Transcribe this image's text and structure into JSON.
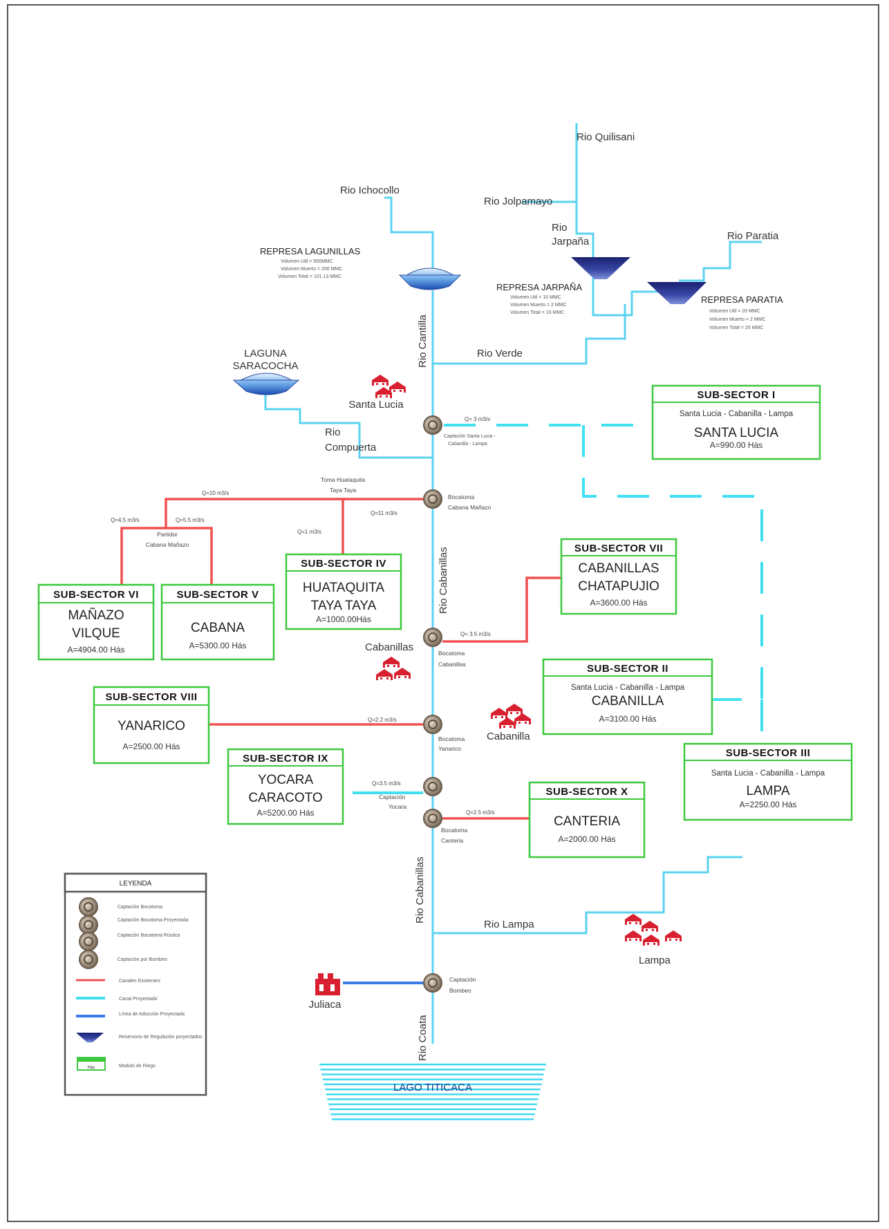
{
  "rivers": {
    "quilisani": "Rio Quilisani",
    "ichocollo": "Rio Ichocollo",
    "jolpamayo": "Rio Jolpamayo",
    "jarpana_1": "Rio",
    "jarpana_2": "Jarpaña",
    "paratia": "Rio Paratia",
    "cantilla": "Rio Cantilla",
    "verde": "Rio Verde",
    "compuerta_1": "Rio",
    "compuerta_2": "Compuerta",
    "cabanillas_1": "Rio Cabanillas",
    "cabanillas_2": "Rio Cabanillas",
    "lampa": "Rio Lampa",
    "coata": "Rio Coata"
  },
  "reservoirs": {
    "lagunillas": {
      "name": "REPRESA LAGUNILLAS",
      "lines": [
        "Volumen Util       = 500MMC",
        "Volumen Muerto  = 200 MMC",
        "Volumen Total    = 101.13 MMC"
      ]
    },
    "jarpana": {
      "name": "REPRESA JARPAÑA",
      "lines": [
        "Volumen Util       = 10 MMC",
        "Volumen Muerto  = 2 MMC",
        "Volumen Total     = 10 MMC"
      ]
    },
    "paratia": {
      "name": "REPRESA PARATIA",
      "lines": [
        "Volumen Util       = 20 MMC",
        "Volumen Muerto  = 2 MMC",
        "Volumen Total     = 20 MMC"
      ]
    },
    "saracocha_1": "LAGUNA",
    "saracocha_2": "SARACOCHA"
  },
  "towns": {
    "santa_lucia": "Santa Lucia",
    "cabanillas": "Cabanillas",
    "cabanilla": "Cabanilla",
    "lampa": "Lampa",
    "juliaca": "Juliaca"
  },
  "intakes": {
    "santa_lucia": {
      "q": "Q= 3 m3/s",
      "l1": "Captación Santa Lucia -",
      "l2": "Cabanilla - Lampa"
    },
    "cabana": {
      "q": "Q=11 m3/s",
      "l1": "Bocatoma",
      "l2": "Cabana Mañazo"
    },
    "cabanillas": {
      "q": "Q= 3.5 m3/s",
      "l1": "Bocatoma",
      "l2": "Cabanillas"
    },
    "yanarico": {
      "q": "Q=2.2 m3/s",
      "l1": "Bocatoma",
      "l2": "Yanarico"
    },
    "yocara": {
      "q": "Q=3.5 m3/s",
      "l1": "Captación",
      "l2": "Yocara"
    },
    "canteria": {
      "q": "Q=2.5 m3/s",
      "l1": "Bocatoma",
      "l2": "Canteria"
    },
    "bombeo": {
      "l1": "Captación",
      "l2": "Bombeo"
    }
  },
  "canals": {
    "huataquita_l1": "Toma Huataquita",
    "huataquita_l2": "Taya Taya",
    "q10": "Q=10 m3/s",
    "q45": "Q=4.5 m3/s",
    "q55": "Q=5.5 m3/s",
    "q1": "Q=1 m3/s",
    "partidor_1": "Partidor",
    "partidor_2": "Cabana Mañazo"
  },
  "subsectors": {
    "s1": {
      "title": "SUB-SECTOR I",
      "sub": "Santa Lucia - Cabanilla - Lampa",
      "name": "SANTA LUCIA",
      "area": "A=990.00 Hás"
    },
    "s2": {
      "title": "SUB-SECTOR II",
      "sub": "Santa Lucia - Cabanilla - Lampa",
      "name": "CABANILLA",
      "area": "A=3100.00 Hás"
    },
    "s3": {
      "title": "SUB-SECTOR III",
      "sub": "Santa Lucia - Cabanilla - Lampa",
      "name": "LAMPA",
      "area": "A=2250.00 Hás"
    },
    "s4": {
      "title": "SUB-SECTOR IV",
      "name1": "HUATAQUITA",
      "name2": "TAYA TAYA",
      "area": "A=1000.00Hás"
    },
    "s5": {
      "title": "SUB-SECTOR V",
      "name": "CABANA",
      "area": "A=5300.00 Hás"
    },
    "s6": {
      "title": "SUB-SECTOR VI",
      "name1": "MAÑAZO",
      "name2": "VILQUE",
      "area": "A=4904.00 Hás"
    },
    "s7": {
      "title": "SUB-SECTOR VII",
      "name1": "CABANILLAS",
      "name2": "CHATAPUJIO",
      "area": "A=3600.00 Hás"
    },
    "s8": {
      "title": "SUB-SECTOR VIII",
      "name": "YANARICO",
      "area": "A=2500.00 Hás"
    },
    "s9": {
      "title": "SUB-SECTOR IX",
      "name1": "YOCARA",
      "name2": "CARACOTO",
      "area": "A=5200.00 Hás"
    },
    "s10": {
      "title": "SUB-SECTOR X",
      "name": "CANTERIA",
      "area": "A=2000.00 Hás"
    }
  },
  "lake": "LAGO TITICACA",
  "legend": {
    "title": "LEYENDA",
    "items": [
      "Captación Bocatoma",
      "Captación Bocatoma Proyectada",
      "Captación Bocatoma Rústica",
      "Captación por Bombeo",
      "Canales Existentes",
      "Canal Proyectado",
      "Línea de Aducción Proyectada",
      "Reservorio de Regulación proyectados",
      "Modulo de Riego"
    ],
    "swatch_text": "Hás"
  },
  "colors": {
    "river": "#5ad2f0",
    "existing_canal": "#f05050",
    "projected_canal": "#40e0f0",
    "pipeline": "#3a7be8",
    "module_border": "#3cc83c",
    "reservoir": "#2a3a9a",
    "town_icon": "#d82030"
  },
  "icons": [
    "intake-icon",
    "reservoir-icon",
    "town-icon",
    "lake-icon"
  ]
}
